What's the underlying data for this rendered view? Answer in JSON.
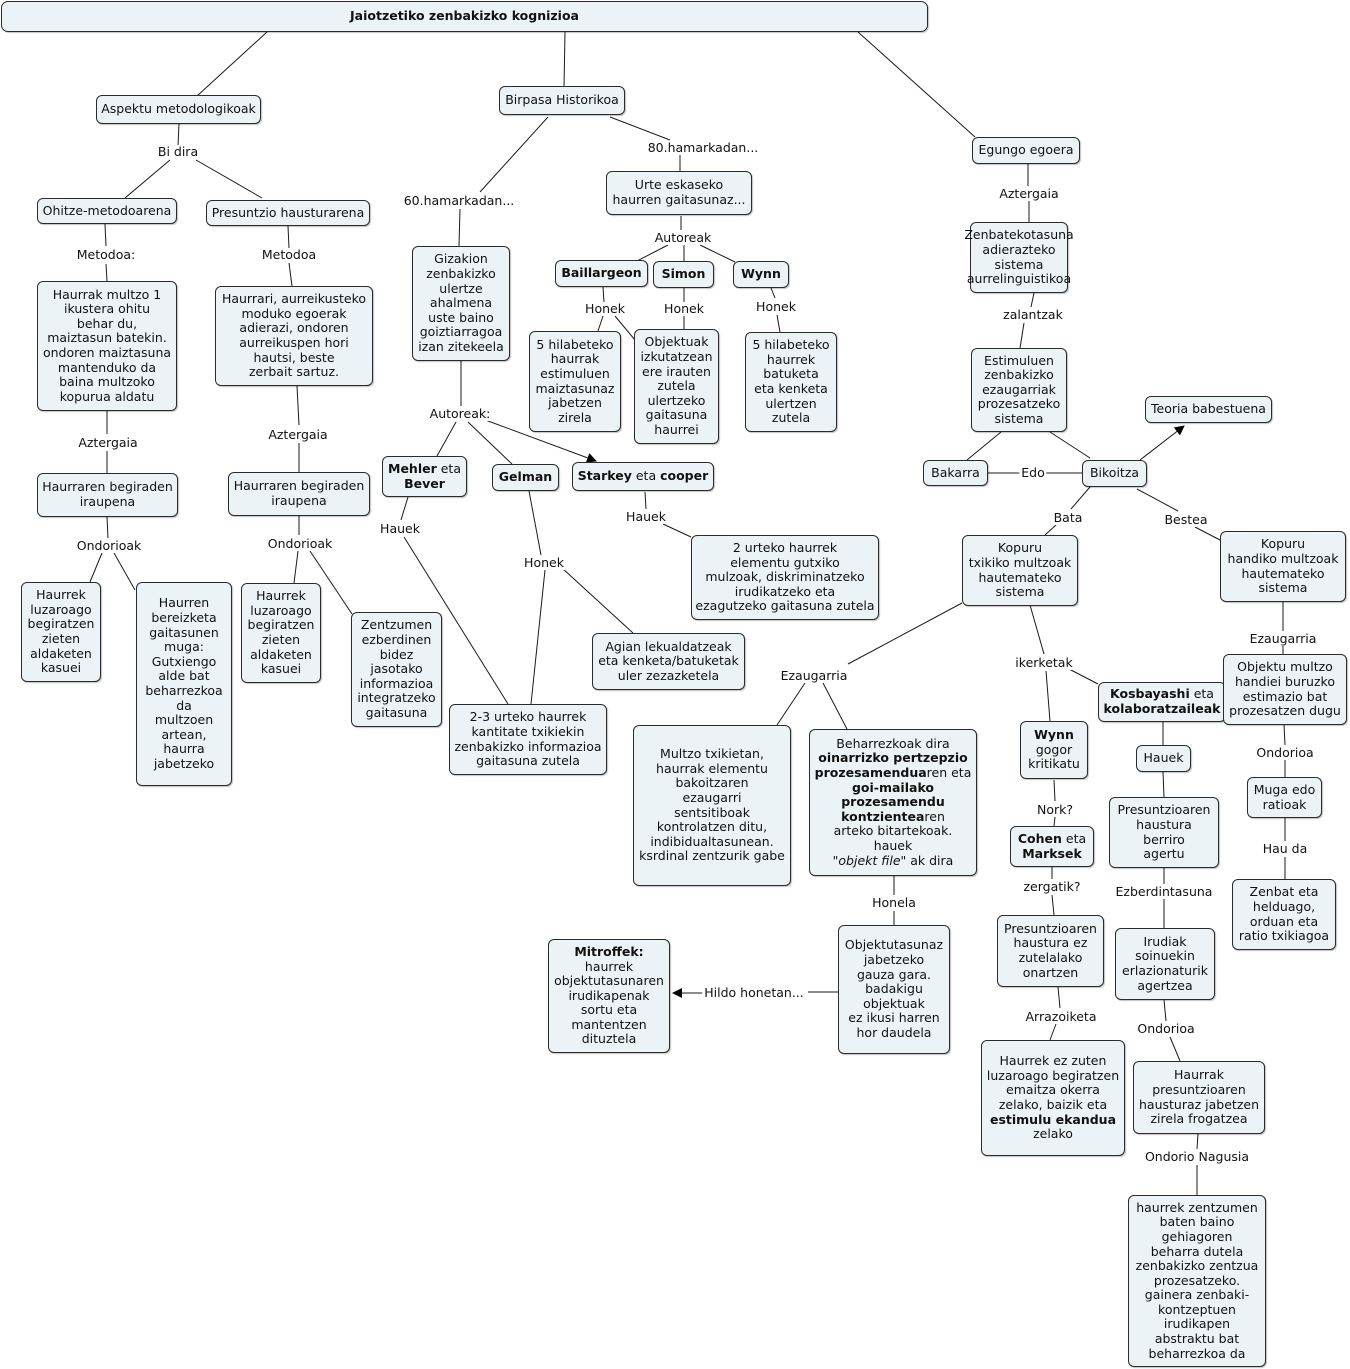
{
  "title": "Jaiotzetiko zenbakizko kognizioa",
  "concepts": {
    "aspektu": "Aspektu metodologikoak",
    "birpasa": "Birpasa Historikoa",
    "egungo": "Egungo egoera",
    "ohitze": "Ohitze-metodoarena",
    "presuntzio": "Presuntzio hausturarena",
    "ohitze_metodo": "Haurrak multzo 1\nikustera ohitu\nbehar du,\nmaiztasun batekin.\nondoren maiztasuna\nmantenduko da\nbaina multzoko\nkopurua aldatu",
    "pres_metodo": "Haurrari, aurreikusteko\nmoduko egoerak\nadierazi, ondoren\naurreikuspen hori\nhautsi, beste\nzerbait sartuz.",
    "iraupena1": "Haurraren begiraden\niraupena",
    "iraupena2": "Haurraren begiraden\niraupena",
    "luzaroago1": "Haurrek\nluzaroago\nbegiratzen\nzieten\naldaketen\nkasuei",
    "bereizketa": "Haurren\nbereizketa\ngaitasunen\nmuga:\nGutxiengo\nalde bat\nbeharrezkoa\nda\nmultzoen\nartean,\nhaurra\njabetzeko",
    "luzaroago2": "Haurrek\nluzaroago\nbegiratzen\nzieten\naldaketen\nkasuei",
    "zentzumen": "Zentzumen\nezberdinen\nbidez\njasotako\ninformazioa\nintegratzeko\ngaitasuna",
    "gizakion": "Gizakion\nzenbakizko\nulertze\nahalmena\nuste baino\ngoiztiarragoa\nizan zitekeela",
    "mehler_a": "Mehler",
    "mehler_b": " eta ",
    "mehler_c": "Bever",
    "gelman": "Gelman",
    "starkey_a": "Starkey",
    "starkey_b": " eta ",
    "starkey_c": "cooper",
    "bi_urteko": "2 urteko haurrek\nelementu gutxiko\nmulzoak, diskriminatzeko\nirudikatzeko eta\nezagutzeko gaitasuna zutela",
    "agian": "Agian lekualdatzeak\neta kenketa/batuketak\nuler zezazketela",
    "bi_hiru": "2-3 urteko haurrek\nkantitate txikiekin\nzenbakizko informazioa\ngaitasuna zutela",
    "urte_eskaseko": "Urte eskaseko\nhaurren gaitasunaz...",
    "baillargeon": "Baillargeon",
    "simon": "Simon",
    "wynn_top": "Wynn",
    "bost_hila1": "5 hilabeteko\nhaurrak\nestimuluen\nmaiztasunaz\njabetzen\nzirela",
    "objektuak": "Objektuak\nizkutatzean\nere irauten\nzutela\nulertzeko\ngaitasuna\nhaurrei",
    "bost_hila2": "5 hilabeteko\nhaurrek\nbatuketa\neta kenketa\nulertzen\nzutela",
    "zenbatekotasuna": "Zenbatekotasuna\nadierazteko\nsistema\naurrelinguistikoa",
    "estimuluen": "Estimuluen\nzenbakizko\nezaugarriak\nprozesatzeko\nsistema",
    "teoria": "Teoria babestuena",
    "bakarra": "Bakarra",
    "bikoitza": "Bikoitza",
    "kopuru_txiki": "Kopuru\ntxikiko multzoak\nhautemateko\nsistema",
    "kopuru_handi": "Kopuru\nhandiko multzoak\nhautemateko\nsistema",
    "multzo_txikietan": "Multzo txikietan,\nhaurrak elementu\nbakoitzaren\nezaugarri\nsentsitiboak\nkontrolatzen ditu,\nindibidualtasunean.\nksrdinal zentzurik gabe",
    "beharrezkoak_1": "Beharrezkoak dira\n",
    "beharrezkoak_2": "oinarrizko pertzepzio\nprozesamendua",
    "beharrezkoak_3": "ren eta\n",
    "beharrezkoak_4": "goi-mailako\nprozesamendu\nkontzientea",
    "beharrezkoak_5": "ren\narteko bitartekoak.\nhauek\n",
    "beharrezkoak_6": "\"objekt file\"",
    "beharrezkoak_7": " ak dira",
    "objektutasunaz": "Objektutasunaz\njabetzeko\ngauza gara.\nbadakigu\nobjektuak\nez ikusi harren\nhor daudela",
    "mitroffek_a": "Mitroffek:",
    "mitroffek_b": "\nhaurrek\nobjektutasunaren\nirudikapenak\nsortu eta\nmantentzen\ndituztela",
    "wynn_gogor_a": "Wynn",
    "wynn_gogor_b": "\ngogor\nkritikatu",
    "kosbayashi_a": "Kosbayashi",
    "kosbayashi_b": " eta\n",
    "kosbayashi_c": "kolaboratzaileak",
    "cohen_a": "Cohen",
    "cohen_b": " eta\n",
    "cohen_c": "Marksek",
    "hauek_box": "Hauek",
    "pres_berriro": "Presuntzioaren\nhaustura\nberriro\nagertu",
    "pres_ez": "Presuntzioaren\nhaustura ez\nzutelalako\nonartzen",
    "irudiak": "Irudiak\nsoinuekin\nerlazionaturik\nagertzea",
    "haurrek_ez_1": "Haurrek ez zuten\nluzaroago begiratzen\nemaitza okerra\nzelako, baizik eta\n",
    "haurrek_ez_2": "estimulu ekandua",
    "haurrek_ez_3": "\nzelako",
    "haurrak_pres": "Haurrak\npresuntzioaren\nhausturaz jabetzen\nzirela frogatzea",
    "haurrek_zentzumen": "haurrek zentzumen\nbaten baino\ngehiagoren\nbeharra dutela\nzenbakizko zentzua\nprozesatzeko.\ngainera zenbaki-\nkontzeptuen\nirudikapen\nabstraktu bat\nbeharrezkoa da",
    "objektu_multzo": "Objektu multzo\nhandiei buruzko\nestimazio bat\nprozesatzen dugu",
    "muga_edo": "Muga edo\nratioak",
    "zenbat_eta": "Zenbat eta\nhelduago,\norduan eta\nratio txikiagoa"
  },
  "links": {
    "bi_dira": "Bi dira",
    "metodoa1": "Metodoa:",
    "metodoa2": "Metodoa",
    "aztergaia1": "Aztergaia",
    "aztergaia2": "Aztergaia",
    "ondorioak1": "Ondorioak",
    "ondorioak2": "Ondorioak",
    "hamarkada60": "60.hamarkadan...",
    "hamarkada80": "80.hamarkadan...",
    "autoreak_top": "Autoreak",
    "honek1": "Honek",
    "honek2": "Honek",
    "honek3": "Honek",
    "autoreak_mid": "Autoreak:",
    "hauek_mehler": "Hauek",
    "hauek_starkey": "Hauek",
    "honek_gelman": "Honek",
    "aztergaia_egungo": "Aztergaia",
    "zalantzak": "zalantzak",
    "edo": "Edo",
    "bata": "Bata",
    "bestea": "Bestea",
    "ezaugarria": "Ezaugarria",
    "ezaugarria2": "Ezaugarria",
    "ikerketak": "ikerketak",
    "honela": "Honela",
    "hildo": "Hildo honetan...",
    "nork": "Nork?",
    "zergatik": "zergatik?",
    "arrazoiketa": "Arrazoiketa",
    "ezberdintasuna": "Ezberdintasuna",
    "ondorioa_k": "Ondorioa",
    "ondorio_nagusia": "Ondorio Nagusia",
    "ondorioa_r": "Ondorioa",
    "hau_da": "Hau da"
  },
  "colors": {
    "node_fill": "#ecf3f6",
    "node_border": "#2b2b2b",
    "line": "#1a1a1a"
  }
}
